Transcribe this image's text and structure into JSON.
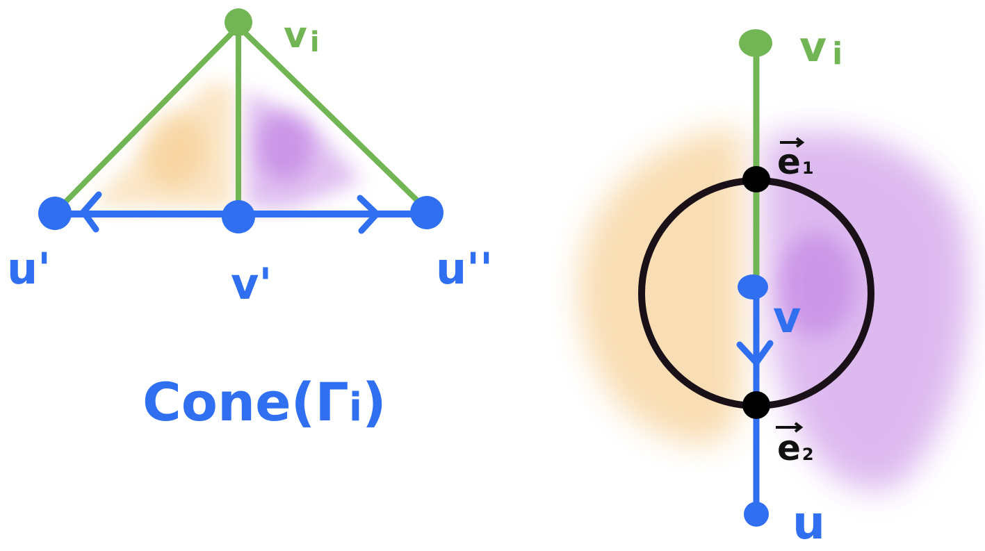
{
  "colors": {
    "green": "#72b555",
    "blue": "#2f6ff0",
    "black": "#111111",
    "orange": "#f2b55a",
    "purple": "#a64ad6"
  },
  "left_diagram": {
    "nodes": {
      "v_i": {
        "label": "v",
        "subscript": "i"
      },
      "u_prime": {
        "label": "u'"
      },
      "v_prime": {
        "label": "v'"
      },
      "u_double_prime": {
        "label": "u''"
      }
    },
    "caption": {
      "text": "Cone(",
      "symbol": "Γ",
      "subscript": "i",
      "close": ")"
    }
  },
  "right_diagram": {
    "nodes": {
      "v_i": {
        "label": "v",
        "subscript": "i"
      },
      "v": {
        "label": "v"
      },
      "u": {
        "label": "u"
      }
    },
    "edges": {
      "e1": {
        "label": "e",
        "subscript": "1"
      },
      "e2": {
        "label": "e",
        "subscript": "2"
      }
    }
  }
}
